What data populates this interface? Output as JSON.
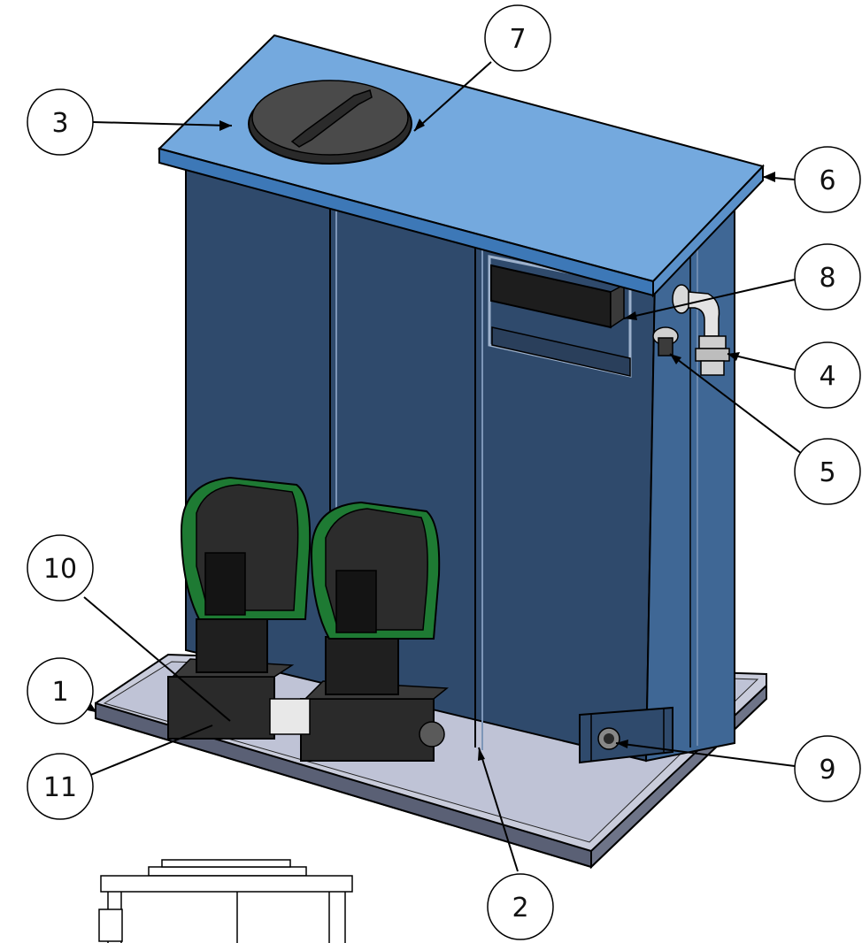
{
  "callouts": [
    {
      "id": "c1",
      "label": "1"
    },
    {
      "id": "c2",
      "label": "2"
    },
    {
      "id": "c3",
      "label": "3"
    },
    {
      "id": "c4",
      "label": "4"
    },
    {
      "id": "c5",
      "label": "5"
    },
    {
      "id": "c6",
      "label": "6"
    },
    {
      "id": "c7",
      "label": "7"
    },
    {
      "id": "c8",
      "label": "8"
    },
    {
      "id": "c9",
      "label": "9"
    },
    {
      "id": "c10",
      "label": "10"
    },
    {
      "id": "c11",
      "label": "11"
    }
  ],
  "colors": {
    "lid": "#74a9de",
    "lid_edge": "#2a5f99",
    "tank_front": "#2f4a6c",
    "tank_side": "#3f6795",
    "tray": "#c9ccdb",
    "tray_rim": "#4a4f62",
    "pump_body": "#2b2b2b",
    "pump_accent": "#1e7a33",
    "outline": "#000000"
  },
  "components": {
    "tank": "tank",
    "lid": "lid",
    "manhole_cover": "manhole-cover",
    "drip_tray": "drip-tray",
    "pump_left": "pump",
    "pump_right": "pump",
    "overflow_elbow": "overflow-elbow",
    "float_valve": "float-valve",
    "drain_fitting": "drain-fitting",
    "level_sensor_box": "level-sensor-box",
    "secondary_view": "secondary-view"
  }
}
